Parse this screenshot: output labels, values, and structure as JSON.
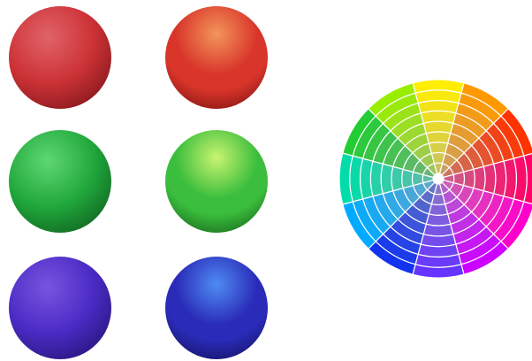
{
  "spheres": [
    {
      "id": "s-red-matte",
      "name": "red-matte-sphere",
      "finish": "matte",
      "light": "#e06368",
      "mid": "#cc3236",
      "dark": "#6b0e14"
    },
    {
      "id": "s-red-gloss",
      "name": "red-glossy-sphere",
      "finish": "glossy",
      "light": "#f2955a",
      "mid": "#d9352a",
      "dark": "#6b0c0e"
    },
    {
      "id": "s-green-matte",
      "name": "green-matte-sphere",
      "finish": "matte",
      "light": "#5fd773",
      "mid": "#21a83c",
      "dark": "#0b4d18"
    },
    {
      "id": "s-green-gloss",
      "name": "green-glossy-sphere",
      "finish": "glossy",
      "light": "#c9f470",
      "mid": "#3bbe3d",
      "dark": "#0f5212"
    },
    {
      "id": "s-blue-matte",
      "name": "blue-matte-sphere",
      "finish": "matte",
      "light": "#7a54e0",
      "mid": "#4a2bc4",
      "dark": "#1b0e63"
    },
    {
      "id": "s-blue-gloss",
      "name": "blue-glossy-sphere",
      "finish": "glossy",
      "light": "#4f8cf3",
      "mid": "#2a2bb8",
      "dark": "#100c4d"
    }
  ],
  "color_wheel": {
    "segments": 12,
    "rings": 9,
    "divider_color": "#ffffff",
    "hues": [
      "#ffee00",
      "#ff9900",
      "#ff3300",
      "#ff0066",
      "#ff00cc",
      "#cc00ff",
      "#6633ff",
      "#1133ee",
      "#00aaff",
      "#00ddaa",
      "#22cc33",
      "#99ee00"
    ]
  }
}
